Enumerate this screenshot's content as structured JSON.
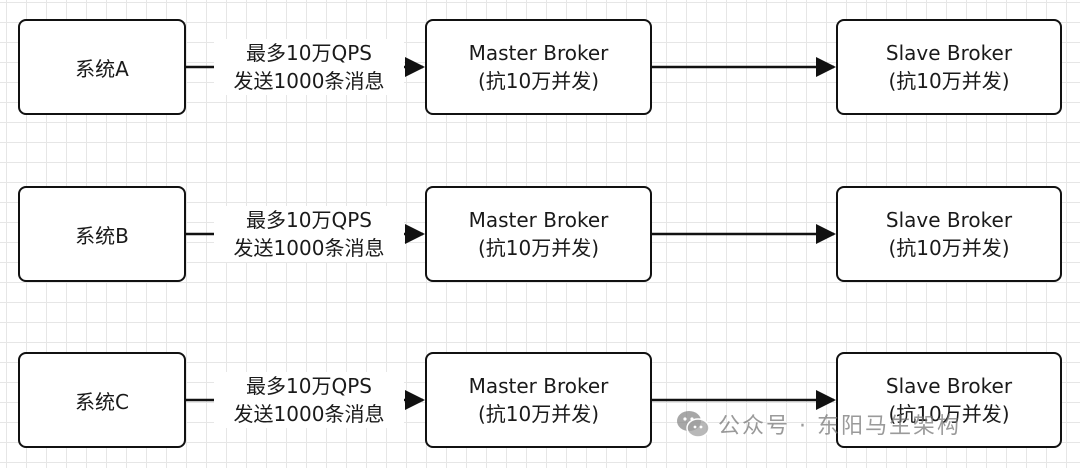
{
  "rows": [
    {
      "system": "系统A",
      "label_line1": "最多10万QPS",
      "label_line2": "发送1000条消息",
      "master_line1": "Master Broker",
      "master_line2": "(抗10万并发)",
      "slave_line1": "Slave Broker",
      "slave_line2": "(抗10万并发)"
    },
    {
      "system": "系统B",
      "label_line1": "最多10万QPS",
      "label_line2": "发送1000条消息",
      "master_line1": "Master Broker",
      "master_line2": "(抗10万并发)",
      "slave_line1": "Slave Broker",
      "slave_line2": "(抗10万并发)"
    },
    {
      "system": "系统C",
      "label_line1": "最多10万QPS",
      "label_line2": "发送1000条消息",
      "master_line1": "Master Broker",
      "master_line2": "(抗10万并发)",
      "slave_line1": "Slave Broker",
      "slave_line2": "(抗10万并发)"
    }
  ],
  "watermark": {
    "icon": "wechat-icon",
    "text": "公众号 · 东阳马生架构"
  },
  "colors": {
    "stroke": "#111111",
    "grid": "#e6e6e6",
    "text": "#1a1a1a"
  }
}
